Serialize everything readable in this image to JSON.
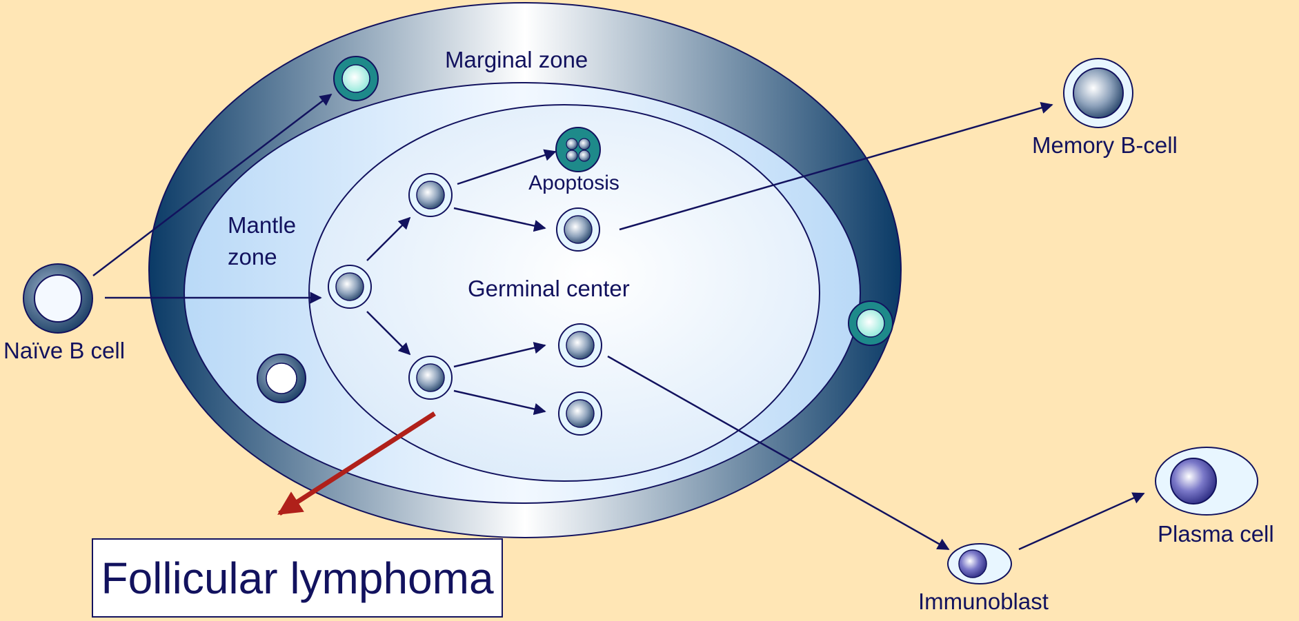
{
  "labels": {
    "marginal_zone": "Marginal zone",
    "mantle_zone_line1": "Mantle",
    "mantle_zone_line2": "zone",
    "germinal_center": "Germinal center",
    "apoptosis": "Apoptosis",
    "naive_b_cell": "Naïve B cell",
    "memory_b_cell": "Memory B-cell",
    "plasma_cell": "Plasma cell",
    "immunoblast": "Immunoblast",
    "follicular_lymphoma": "Follicular lymphoma"
  },
  "colors": {
    "background": "#FFE6B5",
    "navy": "#12125E",
    "dark_blue": "#0A3A66",
    "light_blue": "#CFE6FB",
    "teal": "#1E8A8A",
    "red_arrow": "#B0201A",
    "white": "#FFFFFF"
  }
}
